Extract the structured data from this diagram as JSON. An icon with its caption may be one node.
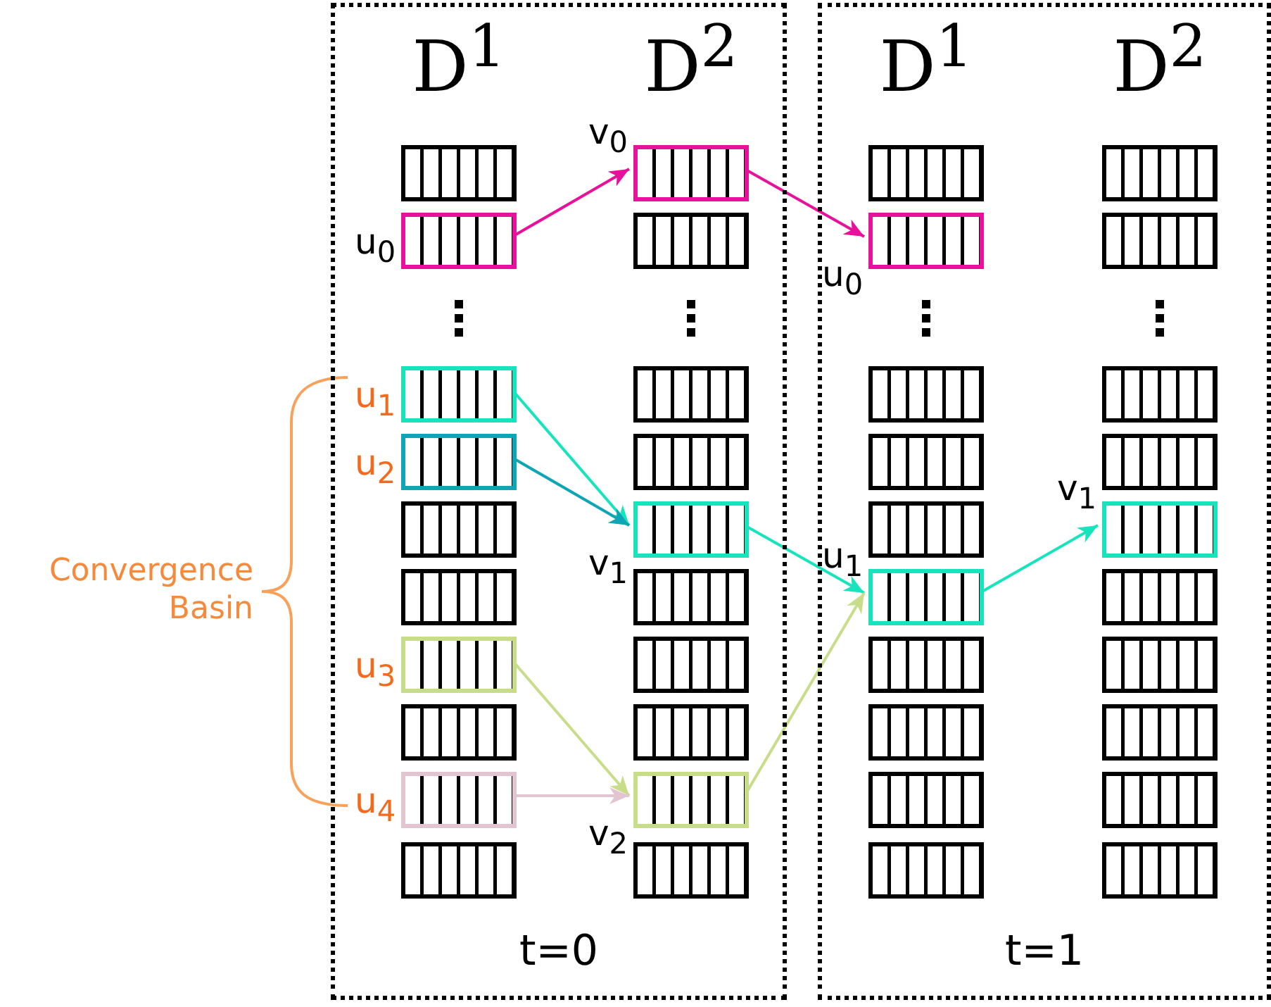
{
  "diagram": {
    "nodes": [
      {
        "text": [
          "t=0"
        ]
      },
      {
        "text": [],
        "shape": "box",
        "in": 0
      },
      {
        "text": [],
        "shape": "box",
        "in": 0,
        "beside": [
          "u$_{0}$"
        ]
      },
      {
        "text": [],
        "shape": "box",
        "in": 0,
        "beside": [
          "u$_{1}$"
        ]
      },
      {
        "text": [],
        "shape": "box",
        "in": 0,
        "beside": [
          "u$_{2}$"
        ]
      },
      {
        "text": [],
        "shape": "box",
        "in": 0
      },
      {
        "text": [],
        "shape": "box",
        "in": 0
      },
      {
        "text": [],
        "shape": "box",
        "in": 0,
        "beside": [
          "u$_{3}$"
        ]
      },
      {
        "text": [],
        "shape": "box",
        "in": 0
      },
      {
        "text": [],
        "shape": "box",
        "in": 0,
        "beside": [
          "u$_{4}$"
        ]
      },
      {
        "text": [],
        "shape": "box",
        "in": 0
      },
      {
        "text": [],
        "shape": "box",
        "in": 0,
        "beside": [
          "v$_{0}$"
        ]
      },
      {
        "text": [],
        "shape": "box",
        "in": 0
      },
      {
        "text": [],
        "shape": "box",
        "in": 0
      },
      {
        "text": [],
        "shape": "box",
        "in": 0
      },
      {
        "text": [],
        "shape": "box",
        "in": 0,
        "beside": [
          "v$_{1}$"
        ]
      },
      {
        "text": [],
        "shape": "box",
        "in": 0
      },
      {
        "text": [],
        "shape": "box",
        "in": 0
      },
      {
        "text": [],
        "shape": "box",
        "in": 0
      },
      {
        "text": [],
        "shape": "box",
        "in": 0,
        "beside": [
          "v$_{2}$"
        ]
      },
      {
        "text": [],
        "shape": "box",
        "in": 0
      },
      {
        "text": [
          "t=1"
        ]
      },
      {
        "text": [],
        "shape": "box",
        "in": 21
      },
      {
        "text": [],
        "shape": "box",
        "in": 21,
        "beside": [
          "u$_{0}$"
        ]
      },
      {
        "text": [],
        "shape": "box",
        "in": 21
      },
      {
        "text": [],
        "shape": "box",
        "in": 21
      },
      {
        "text": [],
        "shape": "box",
        "in": 21
      },
      {
        "text": [],
        "shape": "box",
        "in": 21,
        "beside": [
          "u$_{1}$"
        ]
      },
      {
        "text": [],
        "shape": "box",
        "in": 21
      },
      {
        "text": [],
        "shape": "box",
        "in": 21
      },
      {
        "text": [],
        "shape": "box",
        "in": 21
      },
      {
        "text": [],
        "shape": "box",
        "in": 21
      },
      {
        "text": [],
        "shape": "box",
        "in": 21
      },
      {
        "text": [],
        "shape": "box",
        "in": 21
      },
      {
        "text": [],
        "shape": "box",
        "in": 21
      },
      {
        "text": [],
        "shape": "box",
        "in": 21
      },
      {
        "text": [],
        "shape": "box",
        "in": 21,
        "beside": [
          "v$_{1}$"
        ]
      },
      {
        "text": [],
        "shape": "box",
        "in": 21
      },
      {
        "text": [],
        "shape": "box",
        "in": 21
      },
      {
        "text": [],
        "shape": "box",
        "in": 21
      },
      {
        "text": [],
        "shape": "box",
        "in": 21
      },
      {
        "text": [],
        "shape": "box",
        "in": 21
      }
    ],
    "edges": [
      {
        "from": 2,
        "to": 11,
        "arrow": "to",
        "color": "#e8119b"
      },
      {
        "from": 11,
        "to": 23,
        "arrow": "to",
        "color": "#e8119b"
      },
      {
        "from": 3,
        "to": 15,
        "arrow": "to",
        "color": "#17e4bd"
      },
      {
        "from": 4,
        "to": 15,
        "arrow": "to",
        "color": "#0ea5b5"
      },
      {
        "from": 7,
        "to": 19,
        "arrow": "to",
        "color": "#c8dd8a"
      },
      {
        "from": 9,
        "to": 19,
        "arrow": "to",
        "color": "#e3c5d1"
      },
      {
        "from": 15,
        "to": 27,
        "arrow": "to",
        "color": "#17e4bd"
      },
      {
        "from": 19,
        "to": 27,
        "arrow": "to",
        "color": "#c8dd8a"
      },
      {
        "from": 27,
        "to": 36,
        "arrow": "to",
        "color": "#17e4bd"
      }
    ],
    "labels": [
      "D$^{1}$",
      "D$^{2}$",
      "D$^{1}$",
      "D$^{2}$",
      "Convergence Basin"
    ]
  }
}
